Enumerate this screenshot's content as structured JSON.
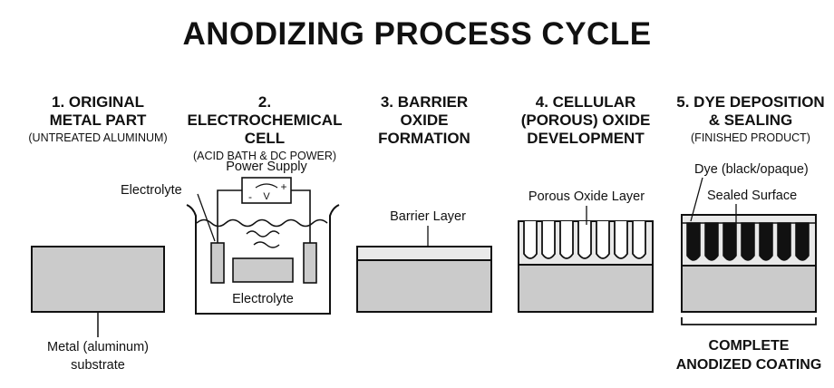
{
  "title": "ANODIZING PROCESS CYCLE",
  "steps": [
    {
      "heading_line1": "1. ORIGINAL",
      "heading_line2": "METAL PART",
      "heading_line3": "",
      "subtitle": "(UNTREATED ALUMINUM)"
    },
    {
      "heading_line1": "2. ELECTROCHEMICAL",
      "heading_line2": "CELL",
      "heading_line3": "",
      "subtitle": "(ACID BATH & DC POWER)"
    },
    {
      "heading_line1": "3. BARRIER",
      "heading_line2": "OXIDE",
      "heading_line3": "FORMATION",
      "subtitle": ""
    },
    {
      "heading_line1": "4. CELLULAR",
      "heading_line2": "(POROUS) OXIDE",
      "heading_line3": "DEVELOPMENT",
      "subtitle": ""
    },
    {
      "heading_line1": "5. DYE DEPOSITION",
      "heading_line2": "& SEALING",
      "heading_line3": "",
      "subtitle": "(FINISHED PRODUCT)"
    }
  ],
  "labels": {
    "substrate_line1": "Metal (aluminum)",
    "substrate_line2": "substrate",
    "power_supply": "Power Supply",
    "voltmeter_symbol": "V",
    "plus_sign": "+",
    "minus_sign": "-",
    "electrolyte_top": "Electrolyte",
    "electrolyte_bottom": "Electrolyte",
    "barrier_layer": "Barrier Layer",
    "porous_layer": "Porous Oxide Layer",
    "dye": "Dye (black/opaque)",
    "sealed_surface": "Sealed Surface",
    "complete_line1": "COMPLETE",
    "complete_line2": "ANODIZED COATING"
  },
  "colors": {
    "metal_fill": "#cbcbcb",
    "oxide_fill": "#e9e9e9",
    "dye_fill": "#111111",
    "line": "#111111"
  }
}
